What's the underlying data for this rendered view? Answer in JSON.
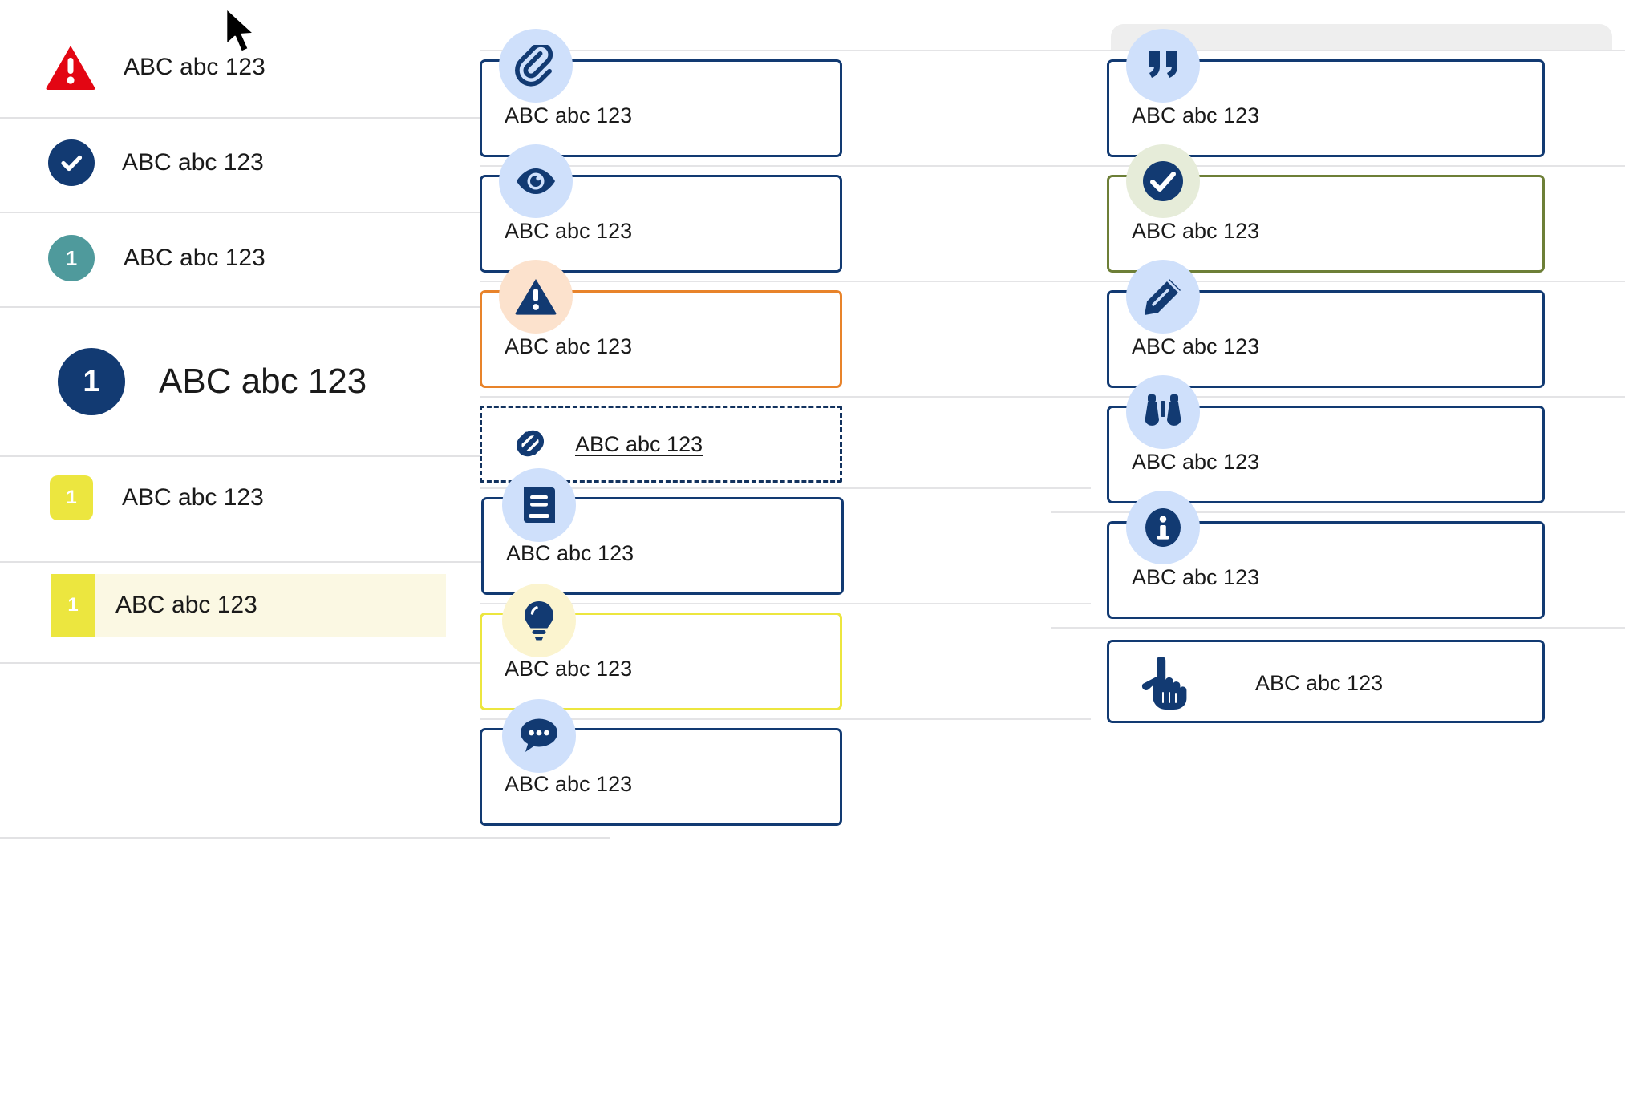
{
  "sample_text": "ABC abc 123",
  "left_list": {
    "items": [
      {
        "label": "ABC abc 123",
        "marker": "warning-triangle",
        "marker_color": "#e30613",
        "badge_text": "",
        "size": "md",
        "highlighted": false
      },
      {
        "label": "ABC abc 123",
        "marker": "check-circle",
        "marker_color": "#123a72",
        "badge_text": "",
        "size": "md",
        "highlighted": false
      },
      {
        "label": "ABC abc 123",
        "marker": "number-circle",
        "marker_color": "#4f9a9c",
        "badge_text": "1",
        "size": "md",
        "highlighted": false
      },
      {
        "label": "ABC abc 123",
        "marker": "number-circle",
        "marker_color": "#123a72",
        "badge_text": "1",
        "size": "lg",
        "highlighted": false
      },
      {
        "label": "ABC abc 123",
        "marker": "number-square",
        "marker_color": "#ece63f",
        "badge_text": "1",
        "size": "sm",
        "highlighted": false
      },
      {
        "label": "ABC abc 123",
        "marker": "number-square",
        "marker_color": "#ece63f",
        "badge_text": "1",
        "size": "sm",
        "highlighted": true
      }
    ],
    "highlight_bg": "#fbf8e3"
  },
  "middle_cards": [
    {
      "label": "ABC abc 123",
      "icon": "paperclip-icon",
      "border_color": "#123a72",
      "bubble_color": "#cfe0fb",
      "style": "solid"
    },
    {
      "label": "ABC abc 123",
      "icon": "eye-icon",
      "border_color": "#123a72",
      "bubble_color": "#cfe0fb",
      "style": "solid"
    },
    {
      "label": "ABC abc 123",
      "icon": "alert-triangle-icon",
      "border_color": "#e8832a",
      "bubble_color": "#fce2cd",
      "style": "solid"
    },
    {
      "label": "ABC abc 123",
      "icon": "link-chain-icon",
      "border_color": "#12325e",
      "bubble_color": "none",
      "style": "dashed"
    },
    {
      "label": "ABC abc 123",
      "icon": "book-icon",
      "border_color": "#123a72",
      "bubble_color": "#cfe0fb",
      "style": "solid"
    },
    {
      "label": "ABC abc 123",
      "icon": "lightbulb-icon",
      "border_color": "#ece63f",
      "bubble_color": "#fbf4cf",
      "style": "solid"
    },
    {
      "label": "ABC abc 123",
      "icon": "comment-bubble-icon",
      "border_color": "#123a72",
      "bubble_color": "#cfe0fb",
      "style": "solid"
    }
  ],
  "right_cards": [
    {
      "label": "ABC abc 123",
      "icon": "quote-icon",
      "border_color": "#123a72",
      "bubble_color": "#cfe0fb",
      "style": "solid"
    },
    {
      "label": "ABC abc 123",
      "icon": "check-circle-icon",
      "border_color": "#6d7f37",
      "bubble_color": "#e6ecd9",
      "style": "solid"
    },
    {
      "label": "ABC abc 123",
      "icon": "pencil-icon",
      "border_color": "#123a72",
      "bubble_color": "#cfe0fb",
      "style": "solid"
    },
    {
      "label": "ABC abc 123",
      "icon": "binoculars-icon",
      "border_color": "#123a72",
      "bubble_color": "#cfe0fb",
      "style": "solid"
    },
    {
      "label": "ABC abc 123",
      "icon": "info-circle-icon",
      "border_color": "#123a72",
      "bubble_color": "#cfe0fb",
      "style": "solid"
    },
    {
      "label": "ABC abc 123",
      "icon": "pointing-hand-icon",
      "border_color": "#123a72",
      "bubble_color": "none",
      "style": "solid"
    }
  ],
  "colors": {
    "primary_navy": "#123a72",
    "alert_red": "#e30613",
    "warning_orange": "#e8832a",
    "success_green": "#6d7f37",
    "accent_yellow": "#ece63f",
    "accent_teal": "#4f9a9c",
    "divider_gray": "#e2e2e4",
    "icon_bubble_blue": "#cfe0fb"
  }
}
